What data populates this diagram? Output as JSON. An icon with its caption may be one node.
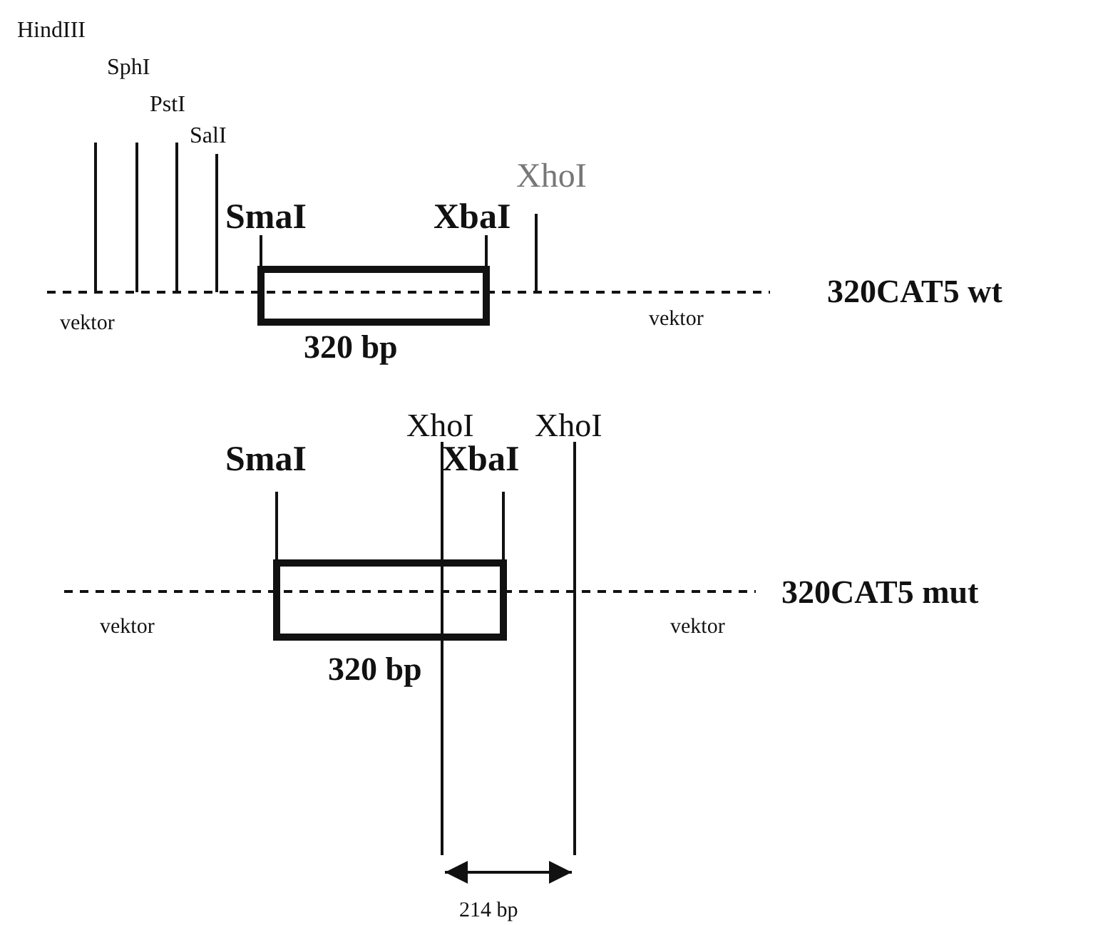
{
  "diagram": {
    "nodes": [
      {
        "text": [],
        "shape": "box",
        "beside": [
          "320 bp"
        ]
      },
      {
        "text": [],
        "shape": "box",
        "beside": [
          "320 bp"
        ]
      }
    ],
    "labels": [
      "HindIII",
      "SphI",
      "PstI",
      "SalI",
      "XhoI",
      "SmaI",
      "XbaI",
      "vektor",
      "vektor",
      "320CAT5 wt",
      "XhoI",
      "XhoI",
      "SmaI",
      "XbaI",
      "vektor",
      "vektor",
      "320CAT5 mut",
      "214 bp"
    ]
  }
}
